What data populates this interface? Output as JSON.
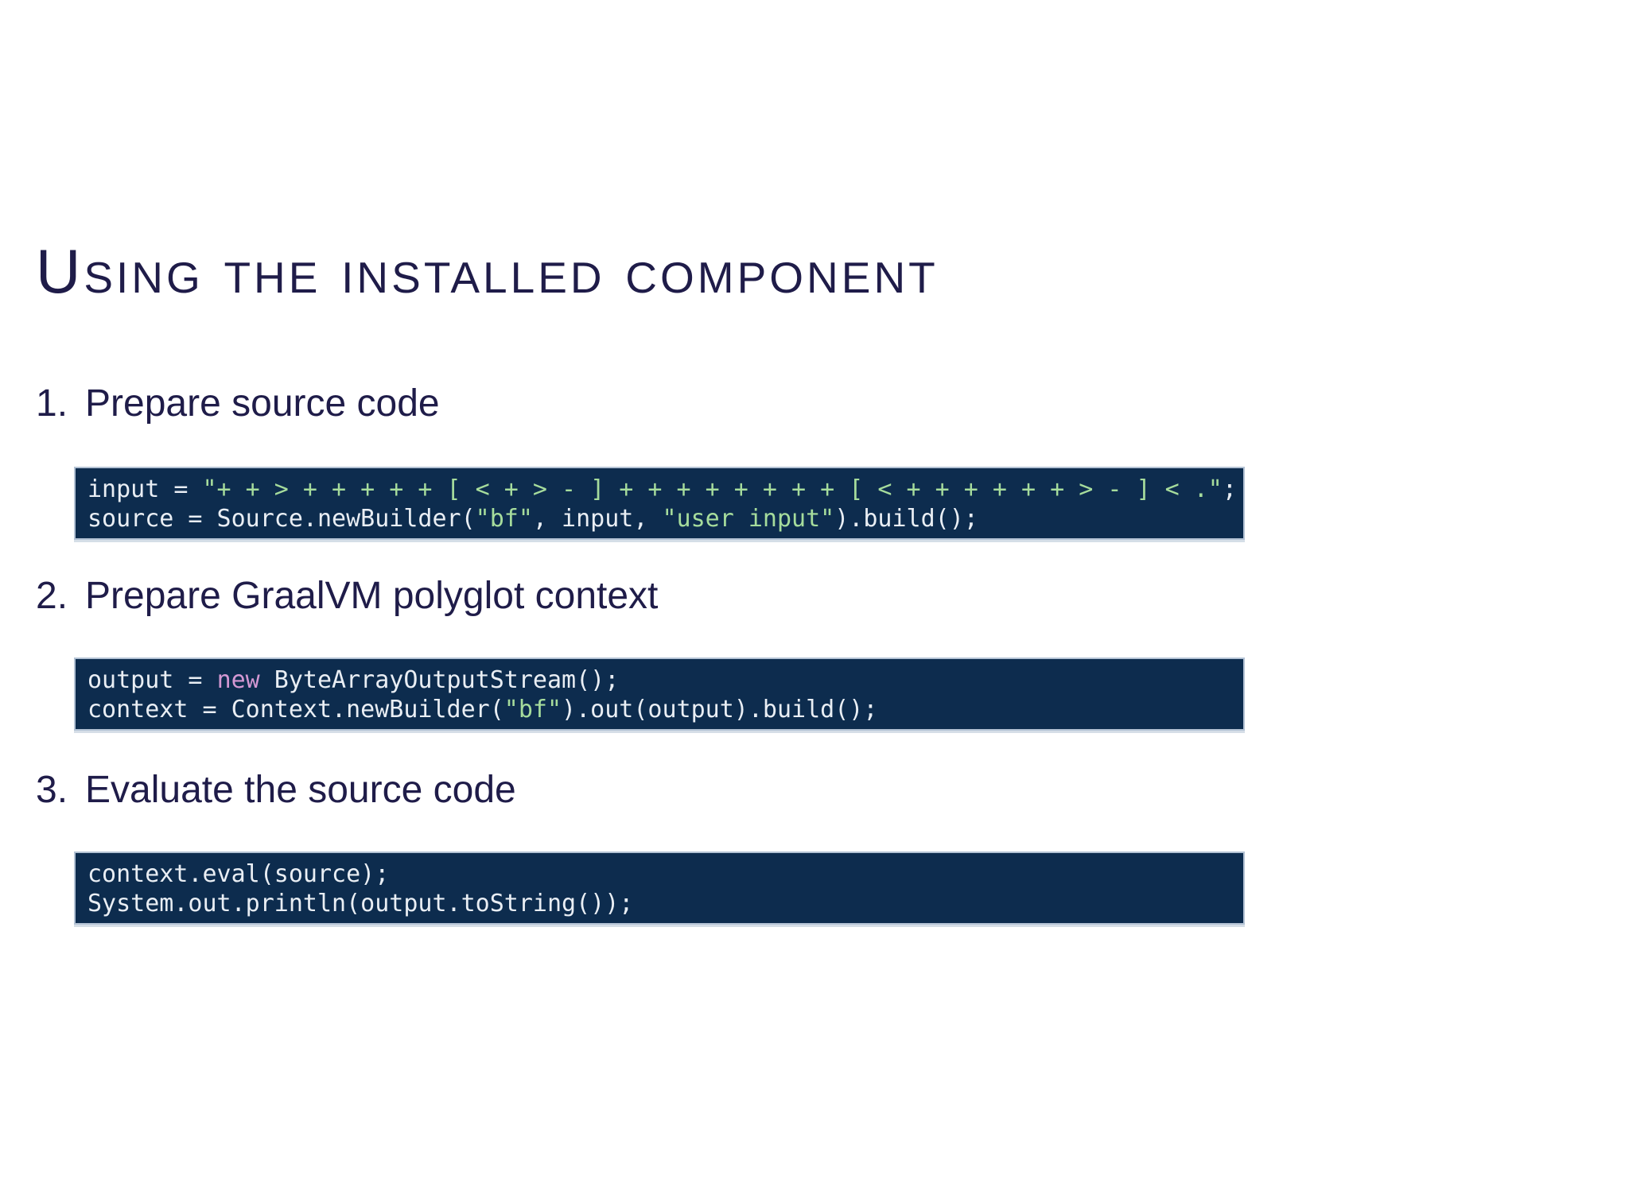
{
  "slide": {
    "title": "Using the installed component",
    "background": "#ffffff",
    "text_color": "#1f1c49"
  },
  "steps": [
    {
      "number": "1.",
      "label": "Prepare source code"
    },
    {
      "number": "2.",
      "label": "Prepare GraalVM polyglot context"
    },
    {
      "number": "3.",
      "label": "Evaluate the source code"
    }
  ],
  "code_theme": {
    "code_bg": "#0d2c4e",
    "code_plain": "#e9eef4",
    "code_string": "#a6dc9c",
    "code_keyword": "#d398d3",
    "code_edge": "#b3c2d4"
  },
  "code_blocks": [
    {
      "lines": [
        {
          "tokens": [
            {
              "text": "input = ",
              "type": "plain"
            },
            {
              "text": "\"+ + > + + + + + [ < + > - ] + + + + + + + + [ < + + + + + + > - ] < .\"",
              "type": "string"
            },
            {
              "text": ";",
              "type": "plain"
            }
          ]
        },
        {
          "tokens": [
            {
              "text": "source = Source.newBuilder(",
              "type": "plain"
            },
            {
              "text": "\"bf\"",
              "type": "string"
            },
            {
              "text": ", input, ",
              "type": "plain"
            },
            {
              "text": "\"user input\"",
              "type": "string"
            },
            {
              "text": ").build();",
              "type": "plain"
            }
          ]
        }
      ]
    },
    {
      "lines": [
        {
          "tokens": [
            {
              "text": "output = ",
              "type": "plain"
            },
            {
              "text": "new",
              "type": "keyword"
            },
            {
              "text": " ByteArrayOutputStream();",
              "type": "plain"
            }
          ]
        },
        {
          "tokens": [
            {
              "text": "context = Context.newBuilder(",
              "type": "plain"
            },
            {
              "text": "\"bf\"",
              "type": "string"
            },
            {
              "text": ").out(output).build();",
              "type": "plain"
            }
          ]
        }
      ]
    },
    {
      "lines": [
        {
          "tokens": [
            {
              "text": "context.eval(source);",
              "type": "plain"
            }
          ]
        },
        {
          "tokens": [
            {
              "text": "System.out.println(output.toString());",
              "type": "plain"
            }
          ]
        }
      ]
    }
  ]
}
